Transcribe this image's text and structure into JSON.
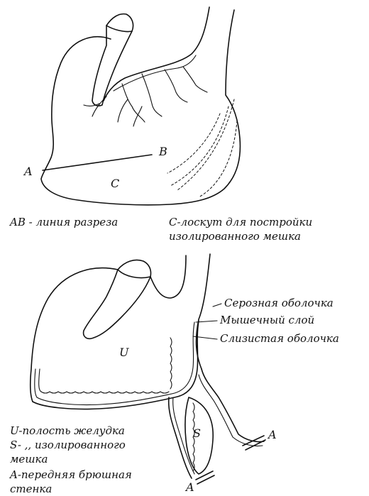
{
  "figure_top": {
    "label_a": "A",
    "label_b": "B",
    "label_c": "C",
    "caption_left": "AB - линия разреза",
    "caption_right_line1": "C-лоскут для постройки",
    "caption_right_line2": "изолированного мешка"
  },
  "figure_bottom": {
    "label_u": "U",
    "label_s": "S",
    "label_a_right": "A",
    "label_a_bottom": "A",
    "layer_serosa": "Серозная оболочка",
    "layer_muscle": "Мышечный слой",
    "layer_mucosa": "Слизистая оболочка",
    "legend_line1": "U-полость желудка",
    "legend_line2": "S- ,, изолированного",
    "legend_line3": "мешка",
    "legend_line4": "A-передняя брюшная",
    "legend_line5": "стенка"
  }
}
